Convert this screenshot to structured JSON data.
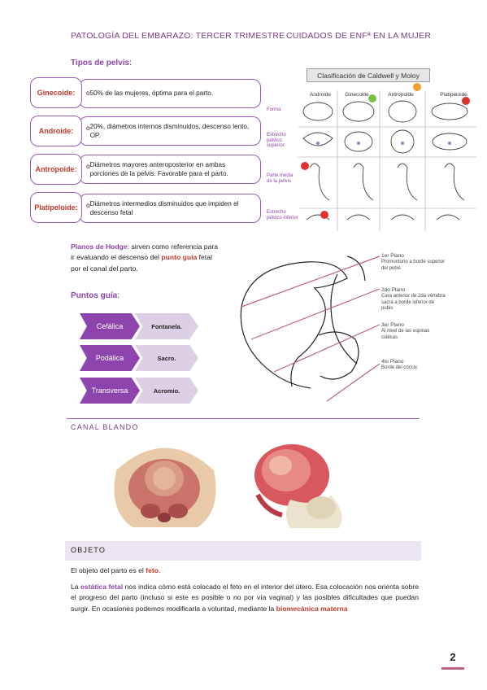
{
  "header": {
    "left": "PATOLOGÍA DEL EMBARAZO: TERCER TRIMESTRE",
    "right": "CUIDADOS DE ENFª EN LA MUJER"
  },
  "pelvis_types": {
    "title": "Tipos de pelvis",
    "title_suffix": ":",
    "items": [
      {
        "name": "Ginecoide:",
        "desc": "50% de las mujeres, óptima para el parto."
      },
      {
        "name": "Androide:",
        "desc": "20%, diámetros internos disminuidos, descenso lento, OP."
      },
      {
        "name": "Antropoide:",
        "desc": "Diámetros mayores anteroposterior en ambas porciones de la pelvis. Favorable para el parto."
      },
      {
        "name": "Platipeloide:",
        "desc": "Diámetros intermedios disminuidos que impiden el descenso fetal"
      }
    ]
  },
  "classification_figure": {
    "title": "Clasificación de Caldwell y Moloy",
    "columns": [
      "Androide",
      "Ginecoide",
      "Antropoide",
      "Platipeloide"
    ],
    "rows": [
      "Forma:",
      "Estrecho pélvico superior",
      "Parte media de la pelvis",
      "Estrecho pélvico inferior"
    ]
  },
  "hodge": {
    "term": "Planos de Hodge",
    "text_1": ": sirven como referencia para ir evaluando el descenso del ",
    "highlight": "punto guía",
    "text_2": " fetal por el canal del parto."
  },
  "hodge_figure": {
    "planes": [
      {
        "title": "1er Plano",
        "desc": "Promontorio a borde superior del pubis"
      },
      {
        "title": "2do Plano",
        "desc": "Cara anterior de 2da vértebra sacra a borde inferior de pubis"
      },
      {
        "title": "3er Plano",
        "desc": "Al nivel de las espinas ciáticas"
      },
      {
        "title": "4to Plano",
        "desc": "Borde del cóccix"
      }
    ]
  },
  "guide_points": {
    "title": "Puntos guía",
    "title_suffix": ":",
    "items": [
      {
        "label": "Cefálica",
        "value": "Fontanela."
      },
      {
        "label": "Podálica",
        "value": "Sacro."
      },
      {
        "label": "Transversa",
        "value": "Acromio."
      }
    ]
  },
  "soft_canal": {
    "title": "CANAL BLANDO"
  },
  "object": {
    "title": "OBJETO",
    "p1_text": "El objeto del parto es el ",
    "p1_highlight": "feto",
    "p1_end": ".",
    "p2_start": "La ",
    "p2_term": "estática fetal",
    "p2_text": " nos indica cómo está colocado el feto en el interior del útero. Esa colocación nos orienta sobre el progreso del parto (incluso si este es posible o no por vía vaginal) y las posibles dificultades que puedan surgir. En ocasiones podemos modificarla a voluntad, mediante la ",
    "p2_highlight": "biomecánica materna"
  },
  "page_number": "2",
  "colors": {
    "accent": "#8e44ad",
    "highlight": "#c0392b",
    "line": "#c0607a"
  }
}
